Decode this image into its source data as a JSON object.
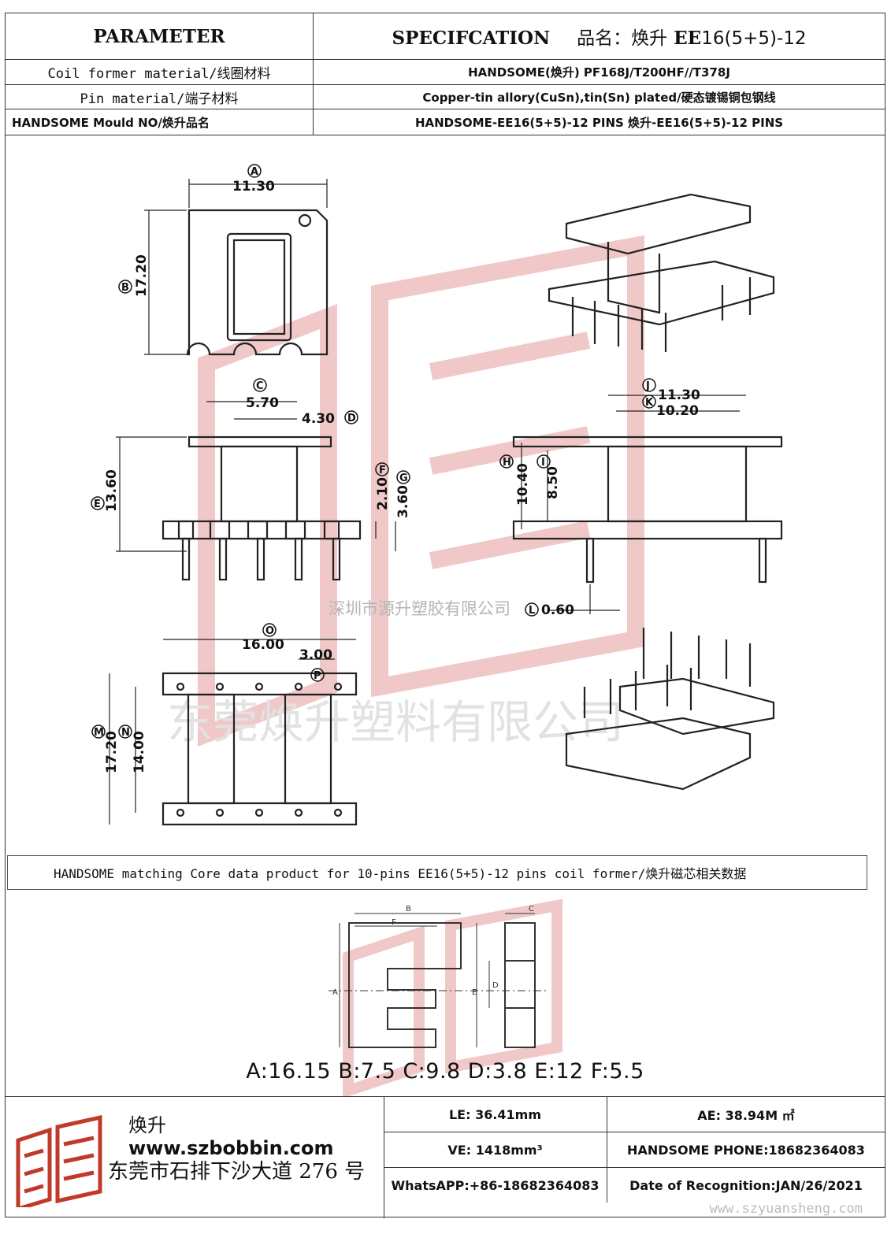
{
  "header": {
    "parameter": "PARAMETER",
    "specification": "SPECIFCATION",
    "product_name_label": "品名：",
    "product_name_brand": "焕升",
    "product_code_prefix": "EE",
    "product_code_rest": "16(5+5)-12"
  },
  "rows": [
    {
      "label": "Coil former material/线圈材料",
      "value": "HANDSOME(焕升)    PF168J/T200HF//T378J"
    },
    {
      "label": "Pin material/端子材料",
      "value": "Copper-tin allory(CuSn),tin(Sn) plated/硬态镀锡铜包钢线"
    },
    {
      "label": "HANDSOME Mould NO/焕升品名",
      "value": "HANDSOME-EE16(5+5)-12 PINS     焕升-EE16(5+5)-12 PINS"
    }
  ],
  "drawing": {
    "dims": {
      "A": "11.30",
      "B": "17.20",
      "C": "5.70",
      "D": "4.30",
      "E": "13.60",
      "F": "2.10",
      "G": "3.60",
      "H": "10.40",
      "I": "8.50",
      "J": "11.30",
      "K": "10.20",
      "L": "0.60",
      "O": "16.00",
      "P": "3.00",
      "M": "17.20",
      "N": "14.00"
    },
    "letters": [
      "A",
      "B",
      "C",
      "D",
      "E",
      "F",
      "G",
      "H",
      "I",
      "J",
      "K",
      "L",
      "O",
      "P",
      "M",
      "N"
    ],
    "watermark_small": "深圳市源升塑胶有限公司",
    "watermark_big": "东莞焕升塑料有限公司"
  },
  "core": {
    "bar_text": "HANDSOME matching Core data  product for 10-pins EE16(5+5)-12 pins coil former/焕升磁芯相关数据",
    "labels": [
      "A",
      "B",
      "C",
      "D",
      "E",
      "F"
    ],
    "values": "A:16.15 B:7.5 C:9.8 D:3.8 E:12 F:5.5"
  },
  "footer": {
    "brand_cn": "焕升",
    "website": "www.szbobbin.com",
    "address": "东莞市石排下沙大道 276 号",
    "le": "LE:    36.41mm",
    "ae": "AE: 38.94M ㎡",
    "ve": "VE:    1418mm³",
    "phone": "HANDSOME PHONE:18682364083",
    "whatsapp": "WhatsAPP:+86-18682364083",
    "date": "Date of Recognition:JAN/26/2021",
    "watermark_url": "www.szyuansheng.com"
  },
  "colors": {
    "ink": "#222222",
    "watermark": "#e8b9b9",
    "logo_red": "#c0392b"
  }
}
